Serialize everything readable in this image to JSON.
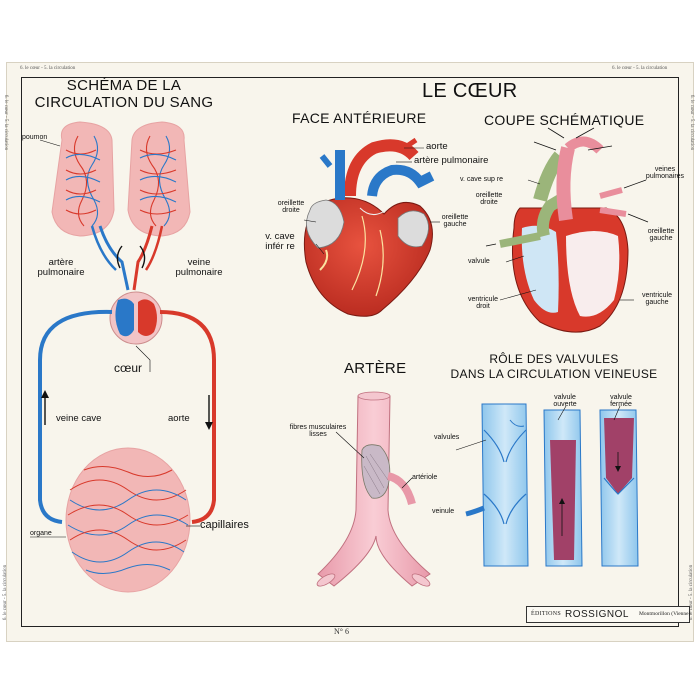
{
  "poster": {
    "running_head_left": "6. le cœur - 5. la circulation",
    "running_head_right": "6. le cœur - 5. la circulation",
    "side_label_left": "6. le cœur - 5. la circulation",
    "side_label_right": "6. le cœur - 5. la circulation",
    "plate_number": "N° 6"
  },
  "circulation": {
    "title_line1": "SCHÉMA DE LA",
    "title_line2": "CIRCULATION DU SANG",
    "labels": {
      "poumon": "poumon",
      "artere_pulmonaire_1": "artère",
      "artere_pulmonaire_2": "pulmonaire",
      "veine_pulmonaire_1": "veine",
      "veine_pulmonaire_2": "pulmonaire",
      "coeur": "cœur",
      "veine_cave": "veine cave",
      "aorte": "aorte",
      "capillaires": "capillaires",
      "organe": "organe"
    }
  },
  "coeur": {
    "title": "LE CŒUR",
    "face_title": "FACE ANTÉRIEURE",
    "coupe_title": "COUPE SCHÉMATIQUE",
    "face_labels": {
      "aorte": "aorte",
      "artere_pulmonaire": "artère pulmonaire",
      "oreillette_droite_1": "oreillette",
      "oreillette_droite_2": "droite",
      "oreillette_gauche_1": "oreillette",
      "oreillette_gauche_2": "gauche",
      "v_cave_infer_1": "v. cave",
      "v_cave_infer_2": "infér re"
    },
    "coupe_labels": {
      "v_cave_sup": "v. cave sup re",
      "veines_pulmonaires_1": "veines",
      "veines_pulmonaires_2": "pulmonaires",
      "oreillette_droite_1": "oreillette",
      "oreillette_droite_2": "droite",
      "oreillette_gauche_1": "oreillette",
      "oreillette_gauche_2": "gauche",
      "valvule": "valvule",
      "ventricule_droit_1": "ventricule",
      "ventricule_droit_2": "droit",
      "ventricule_gauche_1": "ventricule",
      "ventricule_gauche_2": "gauche"
    }
  },
  "artere": {
    "title": "ARTÈRE",
    "labels": {
      "fibres_1": "fibres musculaires",
      "fibres_2": "lisses",
      "arteriole": "artériole"
    }
  },
  "valvules": {
    "title_line1": "RÔLE DES VALVULES",
    "title_line2": "DANS LA CIRCULATION VEINEUSE",
    "labels": {
      "valvules": "valvules",
      "veinule": "veinule",
      "valvule_ouverte_1": "valvule",
      "valvule_ouverte_2": "ouverte",
      "valvule_fermee_1": "valvule",
      "valvule_fermee_2": "fermée"
    }
  },
  "publisher": {
    "prefix": "ÉDITIONS",
    "name": "ROSSIGNOL",
    "city": "Montmorillon (Vienne)"
  },
  "colors": {
    "arterial_red": "#d8392b",
    "venous_blue": "#2a78c8",
    "lung_pink": "#f2b7b6",
    "vessel_pink": "#f4b9c2",
    "venous_green": "#9bb57a",
    "paper": "#f8f5ec"
  }
}
